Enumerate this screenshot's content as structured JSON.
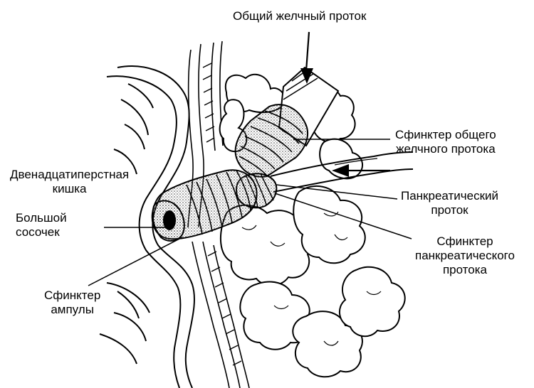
{
  "labels": {
    "common_bile_duct": "Общий желчный проток",
    "bile_sphincter": [
      "Сфинктер общего",
      "желчного протока"
    ],
    "duodenum": [
      "Двенадцатиперстная",
      "кишка"
    ],
    "pancreatic_duct": [
      "Панкреатический",
      "проток"
    ],
    "major_papilla": [
      "Большой",
      "сосочек"
    ],
    "pancreatic_sphincter": [
      "Сфинктер",
      "панкреатического",
      "протока"
    ],
    "ampulla_sphincter": [
      "Сфинктер",
      "ампулы"
    ]
  },
  "colors": {
    "ink": "#000000",
    "paper": "#ffffff",
    "stipple": "#9a9a9a"
  }
}
